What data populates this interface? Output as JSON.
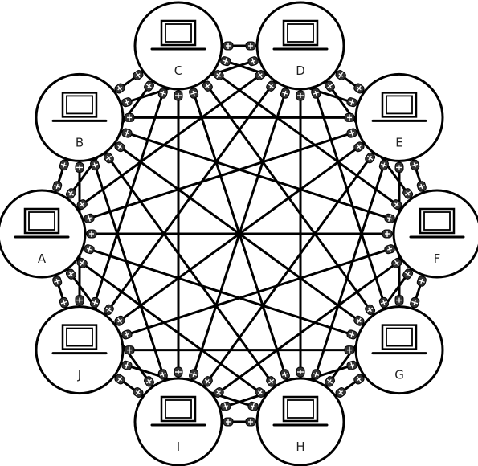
{
  "network": {
    "topology": "full-mesh",
    "nodes": [
      {
        "id": "A",
        "label": "A",
        "icon": "laptop-icon"
      },
      {
        "id": "B",
        "label": "B",
        "icon": "laptop-icon"
      },
      {
        "id": "C",
        "label": "C",
        "icon": "laptop-icon"
      },
      {
        "id": "D",
        "label": "D",
        "icon": "laptop-icon"
      },
      {
        "id": "E",
        "label": "E",
        "icon": "laptop-icon"
      },
      {
        "id": "F",
        "label": "F",
        "icon": "laptop-icon"
      },
      {
        "id": "G",
        "label": "G",
        "icon": "laptop-icon"
      },
      {
        "id": "H",
        "label": "H",
        "icon": "laptop-icon"
      },
      {
        "id": "I",
        "label": "I",
        "icon": "laptop-icon"
      },
      {
        "id": "J",
        "label": "J",
        "icon": "laptop-icon"
      }
    ],
    "link_connector_icon": "network-port-icon",
    "colors": {
      "line": "#000000",
      "node_fill": "#ffffff",
      "label": "#222222"
    }
  }
}
